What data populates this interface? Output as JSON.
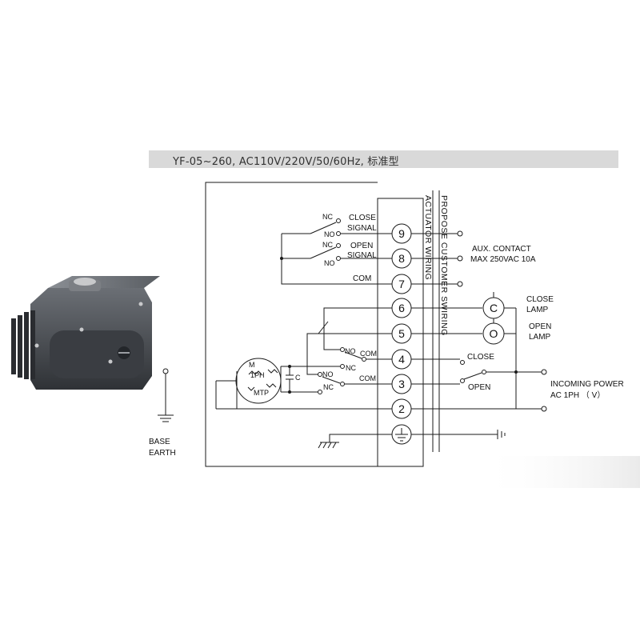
{
  "header": {
    "title": "YF-05~260, AC110V/220V/50/60Hz, 标准型"
  },
  "terminal_block": {
    "terminals": [
      "9",
      "8",
      "7",
      "6",
      "5",
      "4",
      "3",
      "2"
    ],
    "earth_symbol": "earth-terminal"
  },
  "vertical_labels": {
    "actuator_wiring": "ACTUATOR WIRING",
    "customer_wiring": "PROPOSE CUSTOMER SWIRING"
  },
  "switches": {
    "close_signal": {
      "nc": "NC",
      "no": "NO",
      "title": "CLOSE",
      "subtitle": "SIGNAL"
    },
    "open_signal": {
      "nc": "NC",
      "no": "NO",
      "title": "OPEN",
      "subtitle": "SIGNAL"
    },
    "com_label": "COM",
    "limit_top": {
      "no": "NO",
      "com": "COM",
      "nc": "NC"
    },
    "limit_bottom": {
      "no": "NO",
      "com": "COM",
      "nc": "NC"
    }
  },
  "motor": {
    "m": "M",
    "phase": "1PH",
    "protection": "MTP",
    "capacitor": "C"
  },
  "aux_contact": {
    "line1": "AUX. CONTACT",
    "line2": "MAX 250VAC 10A"
  },
  "lamps": {
    "close_symbol": "C",
    "open_symbol": "O",
    "close_line1": "CLOSE",
    "close_line2": "LAMP",
    "open_line1": "OPEN",
    "open_line2": "LAMP"
  },
  "control": {
    "close": "CLOSE",
    "open": "OPEN"
  },
  "power": {
    "line1": "INCOMING POWER",
    "line2": "AC  1PH  （ V）"
  },
  "earth": {
    "line1": "BASE",
    "line2": "EARTH"
  },
  "colors": {
    "header_bar": "#d9d9d9",
    "line": "#1a1a1a",
    "actuator_body": "#4a4d52"
  }
}
